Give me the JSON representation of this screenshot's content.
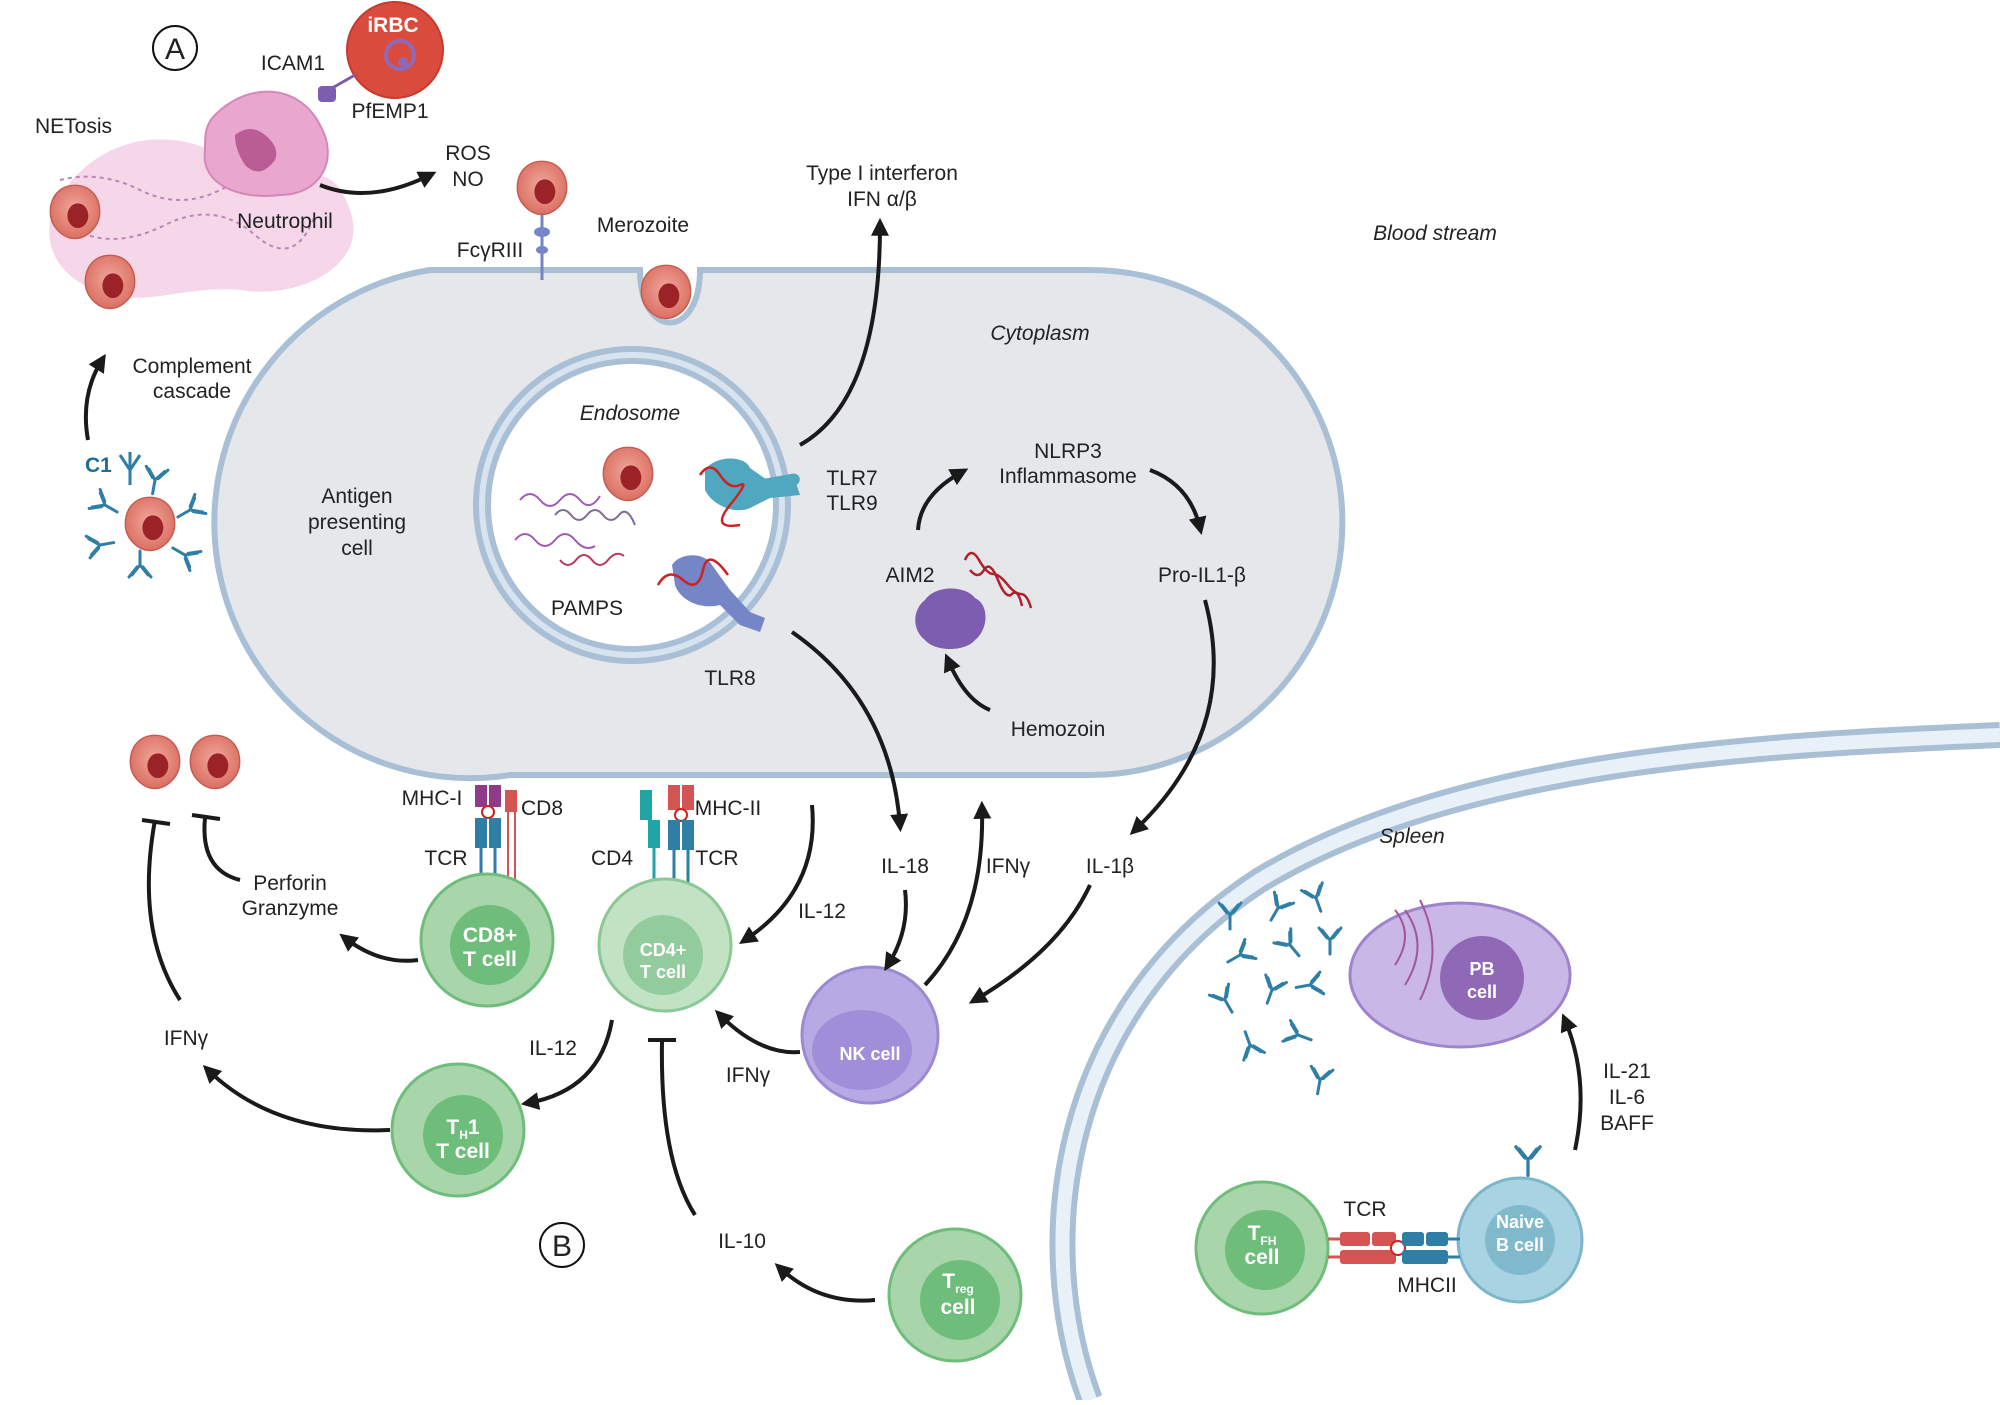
{
  "panel_labels": {
    "a": "A",
    "b": "B"
  },
  "compartments": {
    "blood_stream": "Blood stream",
    "cytoplasm": "Cytoplasm",
    "endosome": "Endosome",
    "spleen": "Spleen"
  },
  "neutrophil_module": {
    "netosis": "NETosis",
    "icam1": "ICAM1",
    "irbc": "iRBC",
    "pfemp1": "PfEMP1",
    "neutrophil": "Neutrophil",
    "ros": "ROS",
    "no": "NO"
  },
  "complement": {
    "cascade_line1": "Complement",
    "cascade_line2": "cascade",
    "c1": "C1"
  },
  "apc_module": {
    "fcgriii": "FcγRIII",
    "merozoite": "Merozoite",
    "ifn_line1": "Type I interferon",
    "ifn_line2": "IFN α/β",
    "apc_line1": "Antigen",
    "apc_line2": "presenting",
    "apc_line3": "cell",
    "pamps": "PAMPS",
    "tlr7": "TLR7",
    "tlr9": "TLR9",
    "tlr8": "TLR8",
    "nlrp3_line1": "NLRP3",
    "nlrp3_line2": "Inflammasome",
    "aim2": "AIM2",
    "pro_il1b": "Pro-IL1-β",
    "hemozoin": "Hemozoin"
  },
  "receptors": {
    "mhc1": "MHC-I",
    "cd8": "CD8",
    "tcr_left": "TCR",
    "cd4": "CD4",
    "mhc2": "MHC-II",
    "tcr_right": "TCR"
  },
  "cytokines": {
    "il12_top": "IL-12",
    "il18": "IL-18",
    "ifng_nk_up": "IFNγ",
    "il1b": "IL-1β",
    "perforin": "Perforin",
    "granzyme": "Granzyme",
    "ifng_left": "IFNγ",
    "il12_bottom": "IL-12",
    "ifng_nk": "IFNγ",
    "il10": "IL-10"
  },
  "cells": {
    "cd8_line1": "CD8+",
    "cd8_line2": "T cell",
    "cd4_line1": "CD4+",
    "cd4_line2": "T cell",
    "th1_main": "T",
    "th1_sub": "H",
    "th1_tail": "1",
    "th1_line2": "T cell",
    "nk": "NK cell",
    "treg_main": "T",
    "treg_sub": "reg",
    "treg_line2": "cell"
  },
  "spleen_module": {
    "pb_line1": "PB",
    "pb_line2": "cell",
    "il21": "IL-21",
    "il6": "IL-6",
    "baff": "BAFF",
    "tfh_main": "T",
    "tfh_sub": "FH",
    "tfh_line2": "cell",
    "tcr": "TCR",
    "mhcii": "MHCII",
    "naive_line1": "Naive",
    "naive_line2": "B cell"
  },
  "colors": {
    "rbc": "#e07a6e",
    "rbc_core": "#9b2227",
    "irbc": "#d94c3d",
    "neutrophil": "#e9a6cf",
    "apc_fill": "#e5e7ea",
    "membrane": "#a9bfd6",
    "tlr_teal": "#4fa8c0",
    "tlr_blue": "#7486c6",
    "antibody": "#2e7ea6",
    "t_cell": "#a8d5a9",
    "t_cell_core": "#6ebd7b",
    "nk": "#b7a9e3",
    "pb": "#8f69b5",
    "naive_b": "#a7d3e2",
    "tcr_red": "#d45454"
  }
}
